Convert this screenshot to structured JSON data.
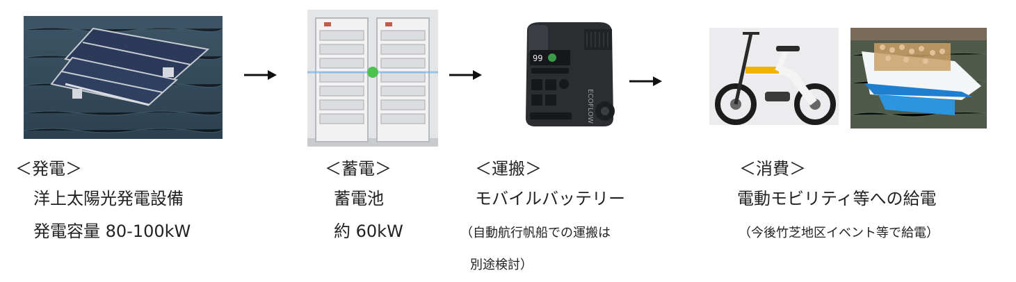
{
  "stages": {
    "generation": {
      "heading": "＜発電＞",
      "line1": "洋上太陽光発電設備",
      "line2": "発電容量 80-100kW"
    },
    "storage": {
      "heading": "＜蓄電＞",
      "line1": "蓄電池",
      "line2": "約 60kW"
    },
    "transport": {
      "heading": "＜運搬＞",
      "line1": "モバイルバッテリー",
      "note1": "（自動航行帆船での運搬は",
      "note2": "別途検討）",
      "device_brand": "ECOFLOW",
      "display_value": "99"
    },
    "consumption": {
      "heading": "＜消費＞",
      "line1": "電動モビリティ等への給電",
      "note": "（今後竹芝地区イベント等で給電）"
    }
  },
  "icons": [
    "arrow-right-icon"
  ]
}
